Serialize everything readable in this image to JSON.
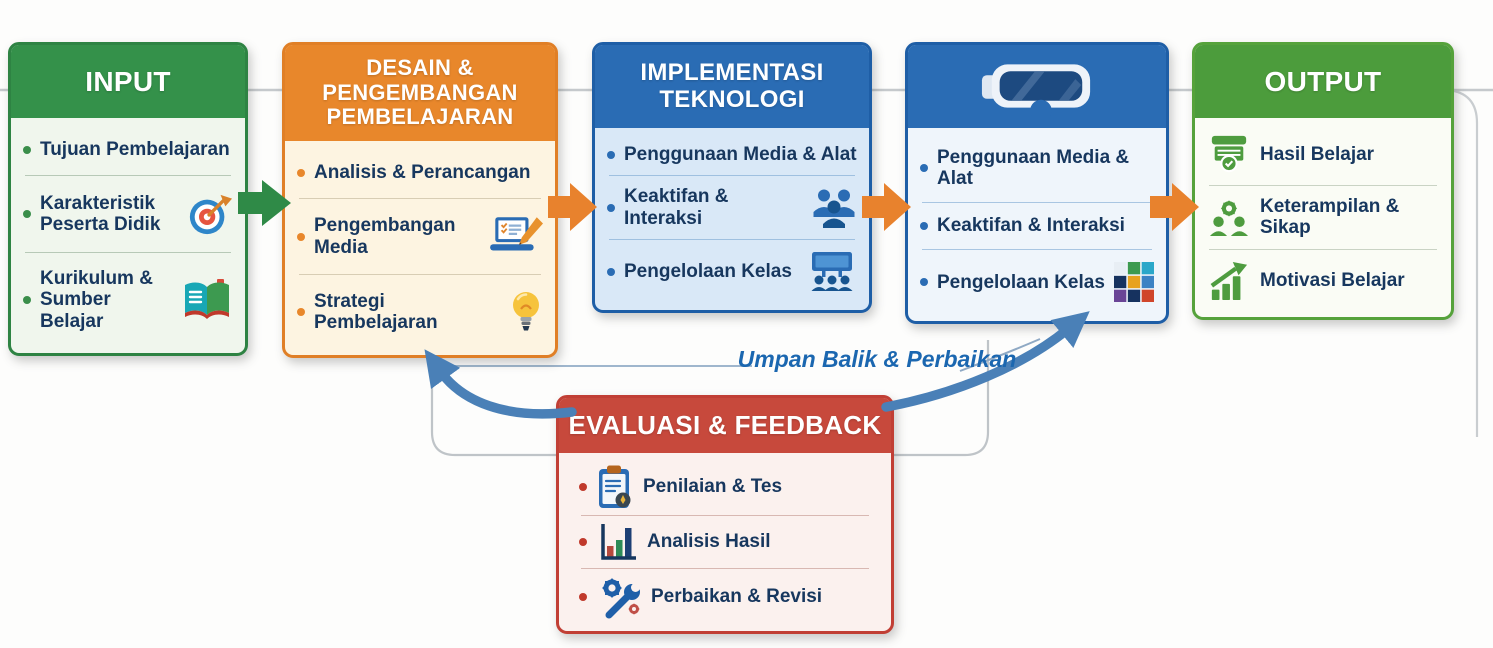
{
  "colors": {
    "green_header": "#34914a",
    "green_border": "#2e8343",
    "output_green_header": "#4c9c3c",
    "output_green_border": "#55a23b",
    "orange_header": "#e8872b",
    "orange_border": "#e07f26",
    "blue_header": "#2a6cb4",
    "blue_border": "#1e5ea6",
    "red_header": "#c7493c",
    "red_border": "#c13f35",
    "item_text": "#17375e",
    "feedback_text": "#1b67b0",
    "arrow_blue": "#4a80b7",
    "connector_gray": "#c5c9cc"
  },
  "boxes": {
    "input": {
      "title": "INPUT",
      "items": [
        {
          "label": "Tujuan Pembelajaran"
        },
        {
          "label": "Karakteristik Peserta Didik",
          "icon": "target-icon"
        },
        {
          "label": "Kurikulum & Sumber Belajar",
          "icon": "open-book-icon"
        }
      ]
    },
    "design": {
      "title": "DESAIN & PENGEMBANGAN PEMBELAJARAN",
      "items": [
        {
          "label": "Analisis & Perancangan"
        },
        {
          "label": "Pengembangan Media",
          "icon": "media-development-icon"
        },
        {
          "label": "Strategi Pembelajaran",
          "icon": "lightbulb-icon"
        }
      ]
    },
    "implementation": {
      "title": "IMPLEMENTASI TEKNOLOGI",
      "items": [
        {
          "label": "Penggunaan Media & Alat"
        },
        {
          "label": "Keaktifan & Interaksi",
          "icon": "group-discussion-icon"
        },
        {
          "label": "Pengelolaan Kelas",
          "icon": "classroom-icon"
        }
      ]
    },
    "vr": {
      "header_icon": "vr-goggles-icon",
      "items": [
        {
          "label": "Penggunaan Media & Alat"
        },
        {
          "label": "Keaktifan & Interaksi"
        },
        {
          "label": "Pengelolaan Kelas",
          "icon": "mosaic-grid-icon"
        }
      ]
    },
    "output": {
      "title": "OUTPUT",
      "items": [
        {
          "label": "Hasil Belajar",
          "icon": "learning-result-icon"
        },
        {
          "label": "Keterampilan & Sikap",
          "icon": "skills-attitude-icon"
        },
        {
          "label": "Motivasi Belajar",
          "icon": "motivation-chart-icon"
        }
      ]
    },
    "evaluation": {
      "title": "EVALUASI & FEEDBACK",
      "items": [
        {
          "label": "Penilaian & Tes",
          "icon": "clipboard-icon"
        },
        {
          "label": "Analisis Hasil",
          "icon": "bar-chart-icon"
        },
        {
          "label": "Perbaikan & Revisi",
          "icon": "gear-wrench-icon"
        }
      ]
    }
  },
  "connections": {
    "feedback_label": "Umpan Balik & Perbaikan"
  }
}
